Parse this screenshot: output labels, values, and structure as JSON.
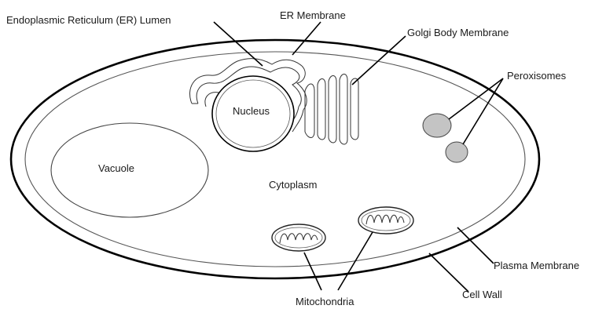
{
  "labels": {
    "er_lumen": "Endoplasmic Reticulum (ER) Lumen",
    "er_membrane": "ER Membrane",
    "golgi": "Golgi Body Membrane",
    "peroxisomes": "Peroxisomes",
    "nucleus": "Nucleus",
    "vacuole": "Vacuole",
    "cytoplasm": "Cytoplasm",
    "plasma_membrane": "Plasma Membrane",
    "cell_wall": "Cell Wall",
    "mitochondria": "Mitochondria"
  },
  "colors": {
    "peroxisome_fill": "#c4c4c4",
    "stroke": "#000000",
    "background": "#ffffff"
  }
}
